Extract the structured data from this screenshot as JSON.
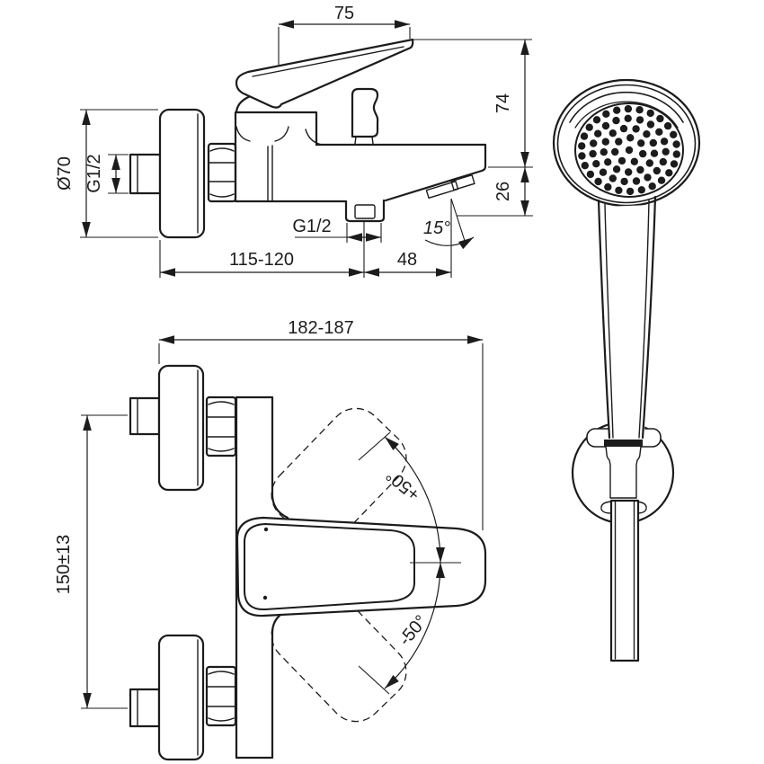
{
  "drawing": {
    "type": "technical-dimension-drawing",
    "product": "wall-mounted single-lever bath shower mixer with hand shower",
    "side_view": {
      "dims": {
        "d75": "75",
        "d74": "74",
        "d26": "26",
        "dia70": "Ø70",
        "g12_inlet": "G1/2",
        "g12_outlet": "G1/2",
        "angle15": "15°",
        "d115": "115-120",
        "d48": "48"
      }
    },
    "plan_view": {
      "dims": {
        "d182": "182-187",
        "d150": "150±13",
        "plus50": "+50°",
        "minus50": "-50°"
      }
    },
    "hand_shower": {
      "spray_rings": [
        1,
        7,
        13,
        19,
        26
      ]
    },
    "colors": {
      "line": "#1c1c1c",
      "background": "#ffffff"
    }
  }
}
